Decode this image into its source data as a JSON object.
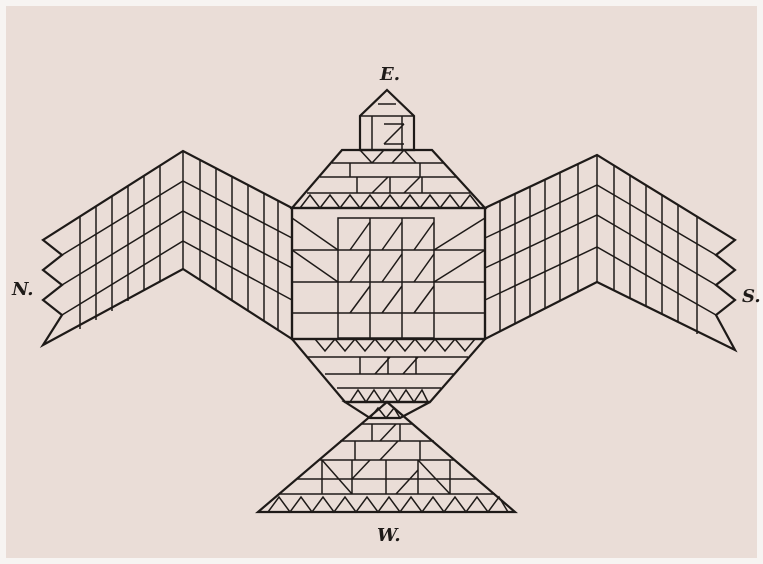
{
  "figure": {
    "labels": {
      "top": "E.",
      "left": "N.",
      "right": "S.",
      "bottom": "W."
    },
    "colors": {
      "background": "#eaddd7",
      "ink": "#1e1a18"
    }
  }
}
